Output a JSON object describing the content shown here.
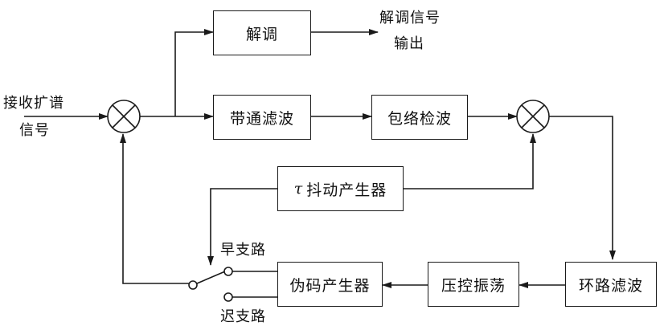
{
  "blocks": {
    "demod": "解调",
    "bandpass": "带通滤波",
    "envelope": "包络检波",
    "tau_symbol": "τ",
    "tau_gen": "抖动产生器",
    "pn_gen": "伪码产生器",
    "vco": "压控振荡",
    "loop_filter": "环路滤波"
  },
  "labels": {
    "demod_out_1": "解调信号",
    "demod_out_2": "输出",
    "input_1": "接收扩谱",
    "input_2": "信号",
    "early": "早支路",
    "late": "迟支路"
  },
  "colors": {
    "line": "#1a1a1a",
    "background": "#ffffff"
  }
}
